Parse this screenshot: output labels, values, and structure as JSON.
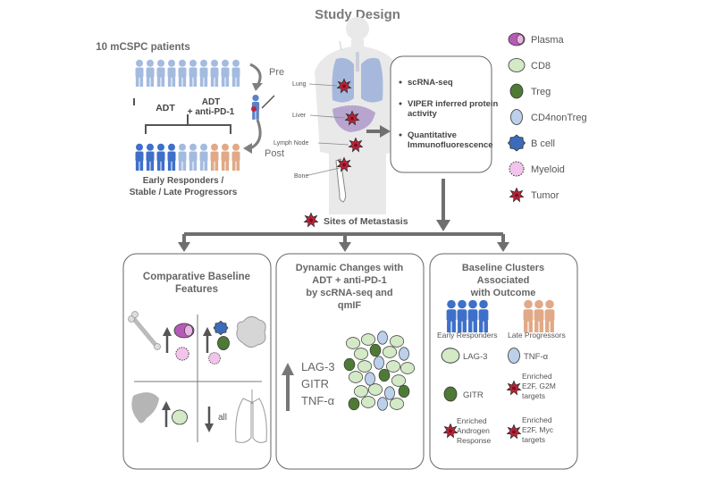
{
  "title": "Study Design",
  "cohort": {
    "heading": "10 mCSPC patients",
    "arm_adt": "ADT",
    "arm_combo_line1": "ADT",
    "arm_combo_line2": "+ anti-PD-1",
    "pre_label": "Pre",
    "post_label": "Post",
    "outcome_line1": "Early Responders /",
    "outcome_line2": "Stable / Late Progressors"
  },
  "body_sites": {
    "lung": "Lung",
    "liver": "Liver",
    "lymph_node": "Lymph Node",
    "bone": "Bone"
  },
  "methods": [
    {
      "lines": [
        "scRNA-seq"
      ]
    },
    {
      "lines": [
        "VIPER inferred protein",
        "activity"
      ]
    },
    {
      "lines": [
        "Quantitative",
        "Immunofluorescence"
      ]
    }
  ],
  "legend": [
    {
      "label": "Plasma",
      "shape": "plasma-cell",
      "color": "#b65bb5"
    },
    {
      "label": "CD8",
      "shape": "cd8-cell",
      "color": "#d4e9c6"
    },
    {
      "label": "Treg",
      "shape": "treg-cell",
      "color": "#4f7a36"
    },
    {
      "label": "CD4nonTreg",
      "shape": "cd4-cell",
      "color": "#bcd0ea"
    },
    {
      "label": "B cell",
      "shape": "b-cell",
      "color": "#3c6cb8"
    },
    {
      "label": "Myeloid",
      "shape": "myeloid-cell",
      "color": "#f2c4eb"
    },
    {
      "label": "Tumor",
      "shape": "tumor-cell",
      "color": "#c0233a"
    }
  ],
  "sites_label": "Sites of Metastasis",
  "panels": {
    "baseline": {
      "title_line1": "Comparative Baseline",
      "title_line2": "Features",
      "all_label": "all"
    },
    "dynamic": {
      "title_lines": [
        "Dynamic Changes with",
        "ADT + anti-PD-1",
        "by scRNA-seq and",
        "qmIF"
      ],
      "markers": [
        "LAG-3",
        "GITR",
        "TNF-α"
      ]
    },
    "clusters": {
      "title_lines": [
        "Baseline Clusters",
        "Associated",
        "with Outcome"
      ],
      "early": "Early Responders",
      "late": "Late Progressors",
      "early_items": [
        {
          "label": "LAG-3",
          "cell": "cd8-cell"
        },
        {
          "label": "GITR",
          "cell": "treg-cell"
        },
        {
          "lines": [
            "Enriched",
            "Androgen",
            "Response"
          ],
          "cell": "tumor-cell"
        }
      ],
      "late_items": [
        {
          "label": "TNF-α",
          "cell": "cd4-cell"
        },
        {
          "lines": [
            "Enriched",
            "E2F, G2M",
            "targets"
          ],
          "cell": "tumor-cell"
        },
        {
          "lines": [
            "Enriched",
            "E2F, Myc",
            "targets"
          ],
          "cell": "tumor-cell"
        }
      ]
    }
  }
}
